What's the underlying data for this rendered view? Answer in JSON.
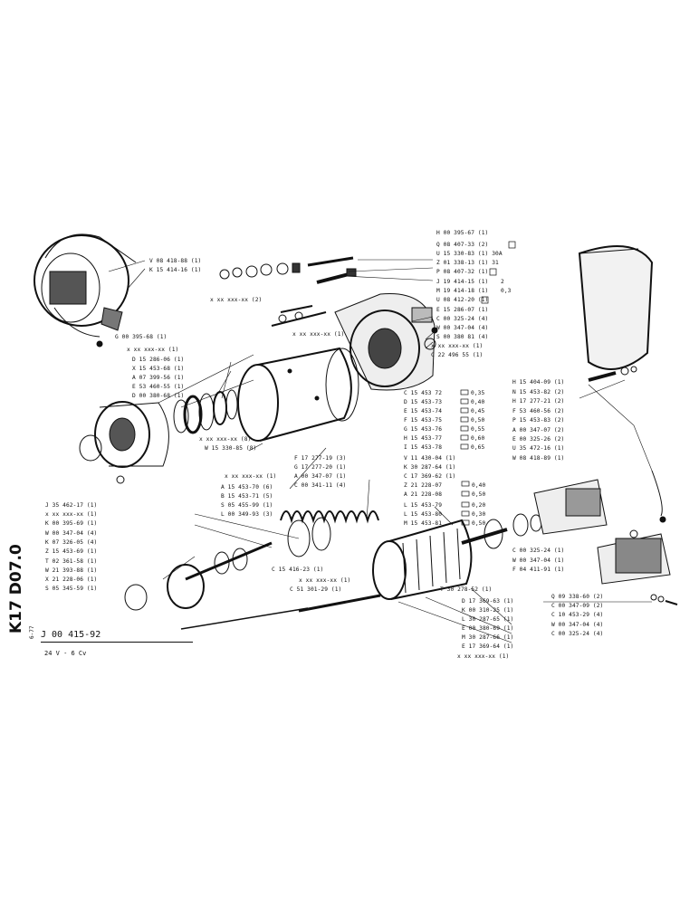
{
  "document": {
    "doc_number": "J 00 415-92",
    "subtitle": "24 V - 6 Cv",
    "side_code": "K17 D07.0",
    "side_small": "6-77"
  },
  "labels": [
    "H 00 395-67 (1)",
    "Q 08 407-33 (2)",
    "U 15 330-83 (1) 30A",
    "Z 01 338-13 (1) 31",
    "P 08 407-32 (1)",
    "J 19 414-15 (1)",
    "M 19 414-18 (1)",
    "U 08 412-20 (1)",
    "E 15 286-07 (1)",
    "C 00 325-24 (4)",
    "W 00 347-04 (4)",
    "S 00 380 81 (4)",
    "x xx xxx-xx (1)",
    "C 22 496 55 (1)",
    "V 08 418-88 (1)",
    "K 15 414-16 (1)",
    "x xx xxx-xx (2)",
    "G 00 395-68 (1)",
    "x xx xxx-xx (1)",
    "x xx xxx-xx (1)",
    "D 15 286-06 (1)",
    "X 15 453-68 (1)",
    "A 07 399-56 (1)",
    "E 53 460-55 (1)",
    "D 00 380-68 (1)",
    "C 15 453 72",
    "D 15 453-73",
    "E 15 453-74",
    "F 15 453-75",
    "G 15 453-76",
    "H 15 453-77",
    "I 15 453-78",
    "x xx xxx-xx (8)",
    "W 15 330-85 (8)",
    "F 17 277-19 (3)",
    "G 17 277-20 (1)",
    "A 00 347-07 (1)",
    "C 00 341-11 (4)",
    "x xx xxx-xx (1)",
    "V 11 430-04 (1)",
    "K 30 287-64 (1)",
    "C 17 369-62 (1)",
    "Z 21 228-07",
    "A 21 228-08",
    "L 15 453-79",
    "L 15 453-80",
    "M 15 453-81",
    "A 15 453-70 (6)",
    "B 15 453-71 (5)",
    "S 05 455-99 (1)",
    "L 00 349-93 (3)",
    "J 35 462-17 (1)",
    "x xx xxx-xx (1)",
    "K 00 395-69 (1)",
    "W 00 347-04 (4)",
    "K 07 326-05 (4)",
    "Z 15 453-69 (1)",
    "T 02 361-58 (1)",
    "W 21 393-88 (1)",
    "X 21 228-06 (1)",
    "S 05 345-59 (1)",
    "C 15 416-23 (1)",
    "x xx xxx-xx (1)",
    "C 51 301-29 (1)",
    "T 30 278-52 (1)",
    "D 17 369-63 (1)",
    "K 00 310-25 (1)",
    "L 30 287-65 (1)",
    "E 00 380-69 (1)",
    "M 30 287-66 (1)",
    "E 17 369-64 (1)",
    "x xx xxx-xx (1)",
    "H 15 404-09 (1)",
    "N 15 453-82 (2)",
    "H 17 277-21 (2)",
    "F 53 460-56 (2)",
    "P 15 453-83 (2)",
    "A 00 347-07 (2)",
    "E 00 325-26 (2)",
    "U 35 472-16 (1)",
    "W 08 418-89 (1)",
    "C 00 325-24 (1)",
    "W 00 347-04 (1)",
    "F 04 411-91 (1)",
    "Q 09 338-60 (2)",
    "C 00 347-09 (2)",
    "C 10 453-29 (4)",
    "W 00 347-04 (4)",
    "C 00 325-24 (4)"
  ],
  "dims": {
    "c": "0,35",
    "d": "0,40",
    "e": "0,45",
    "f": "0,50",
    "g": "0,55",
    "h": "0,60",
    "i": "0,65",
    "z": "0,40",
    "a": "0,50",
    "l": "0,20",
    "l2": "0,30",
    "m": "0,50",
    "j": "2",
    "m2": "0,3"
  }
}
